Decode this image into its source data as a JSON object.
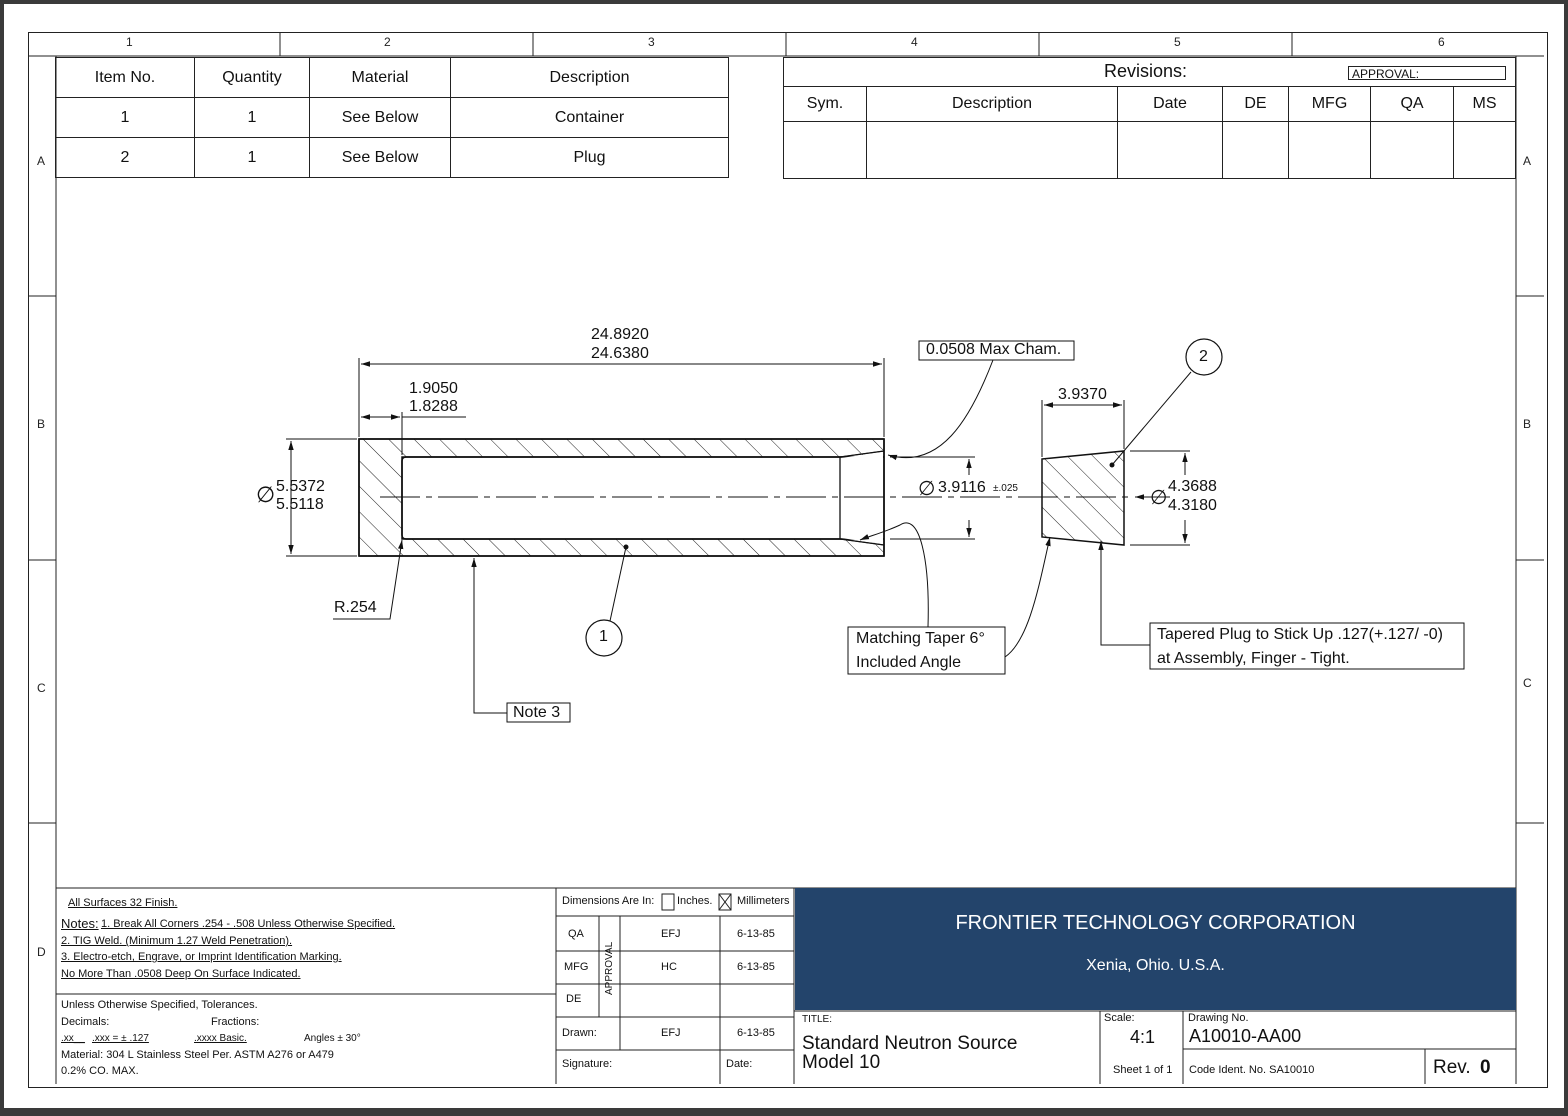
{
  "zones": {
    "columns": [
      "1",
      "2",
      "3",
      "4",
      "5",
      "6"
    ],
    "rows": [
      "A",
      "B",
      "C",
      "D"
    ]
  },
  "bom": {
    "headers": [
      "Item No.",
      "Quantity",
      "Material",
      "Description"
    ],
    "rows": [
      [
        "1",
        "1",
        "See Below",
        "Container"
      ],
      [
        "2",
        "1",
        "See Below",
        "Plug"
      ]
    ]
  },
  "revisions": {
    "title": "Revisions:",
    "approval_label": "APPROVAL:",
    "headers": [
      "Sym.",
      "Description",
      "Date",
      "DE",
      "MFG",
      "QA",
      "MS"
    ]
  },
  "dimensions": {
    "overall_length_max": "24.8920",
    "overall_length_min": "24.6380",
    "wall_max": "1.9050",
    "wall_min": "1.8288",
    "od_max": "5.5372",
    "od_min": "5.5118",
    "bore": "3.9116",
    "bore_tol": "±.025",
    "plug_length": "3.9370",
    "plug_dia_max": "4.3688",
    "plug_dia_min": "4.3180",
    "radius": "R.254",
    "diameter_symbol": "∅"
  },
  "callouts": {
    "chamfer": "0.0508 Max Cham.",
    "taper_line1": "Matching Taper 6°",
    "taper_line2": "Included Angle",
    "plug_line1": "Tapered Plug to Stick Up .127(+.127/ -0)",
    "plug_line2": "at Assembly, Finger - Tight.",
    "note3": "Note 3",
    "balloon1": "1",
    "balloon2": "2"
  },
  "notes": {
    "finish": "All Surfaces 32 Finish.",
    "notes_label": "Notes:",
    "note1": " 1. Break All Corners .254 - .508 Unless Otherwise Specified.",
    "note2": "2. TIG Weld. (Minimum 1.27 Weld Penetration).",
    "note3a": "3. Electro-etch, Engrave, or Imprint Identification Marking.",
    "note3b": "No More Than .0508 Deep On Surface Indicated."
  },
  "tolerances": {
    "heading": "Unless Otherwise Specified, Tolerances.",
    "decimals": "Decimals:",
    "fractions": "Fractions:",
    "xx": ".xx__",
    "xxx": ".xxx = ± .127",
    "xxxx": ".xxxx Basic.",
    "angles": "Angles ± 30°",
    "material": "Material:  304 L Stainless Steel Per. ASTM A276 or A479",
    "co": "0.2% CO. MAX."
  },
  "approval_block": {
    "dims_label": "Dimensions Are In:",
    "inches": "Inches.",
    "millimeters": "Millimeters",
    "approval_vertical": "APPROVAL",
    "rows": [
      {
        "role": "QA",
        "initials": "EFJ",
        "date": "6-13-85"
      },
      {
        "role": "MFG",
        "initials": "HC",
        "date": "6-13-85"
      },
      {
        "role": "DE",
        "initials": "",
        "date": ""
      }
    ],
    "drawn_label": "Drawn:",
    "drawn_initials": "EFJ",
    "drawn_date": "6-13-85",
    "signature_label": "Signature:",
    "date_label": "Date:"
  },
  "company": {
    "name": "FRONTIER TECHNOLOGY CORPORATION",
    "location": "Xenia, Ohio. U.S.A.",
    "banner_color": "#23446b"
  },
  "title_block": {
    "title_label": "TITLE:",
    "title_line1": "Standard Neutron Source",
    "title_line2": "Model 10",
    "scale_label": "Scale:",
    "scale": "4:1",
    "sheet": "Sheet 1 of 1",
    "drawing_no_label": "Drawing No.",
    "drawing_no": "A10010-AA00",
    "code_ident": "Code Ident. No. SA10010",
    "rev_label": "Rev.",
    "rev_value": "0"
  }
}
